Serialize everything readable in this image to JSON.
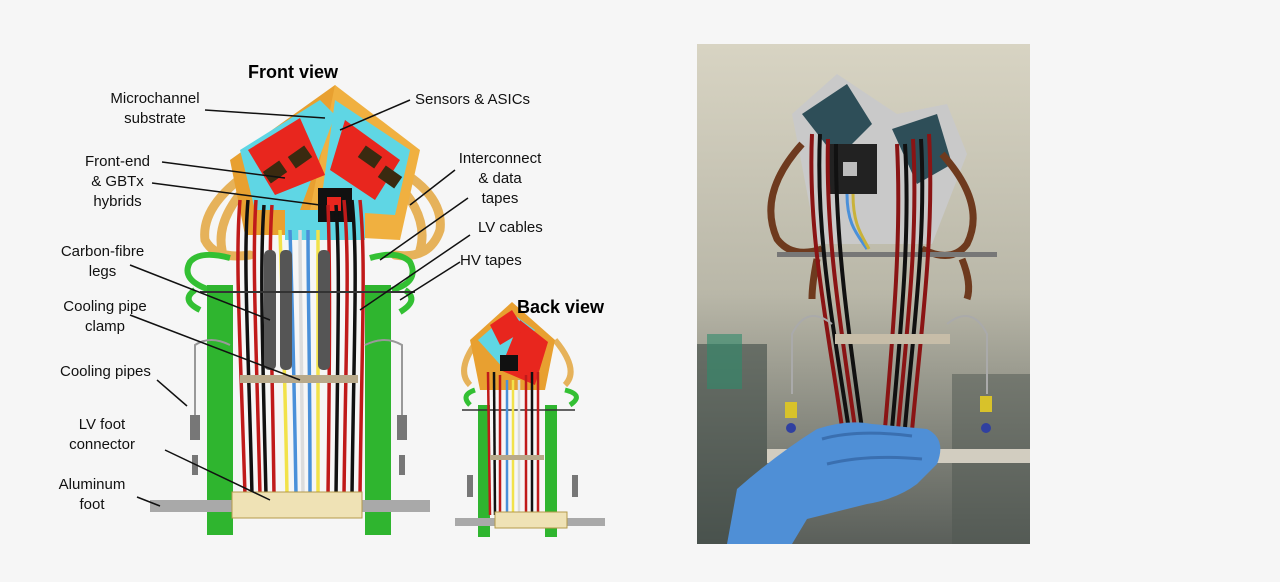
{
  "titles": {
    "front": "Front view",
    "back": "Back view"
  },
  "labels": {
    "microchannel": [
      "Microchannel",
      "substrate"
    ],
    "sensors": "Sensors & ASICs",
    "frontend": [
      "Front-end",
      "& GBTx",
      "hybrids"
    ],
    "interconnect": [
      "Interconnect",
      "& data",
      "tapes"
    ],
    "lv_cables": "LV cables",
    "hv_tapes": "HV tapes",
    "carbon": [
      "Carbon-fibre",
      "legs"
    ],
    "clamp": [
      "Cooling pipe",
      "clamp"
    ],
    "pipes": "Cooling pipes",
    "lv_foot": [
      "LV foot",
      "connector"
    ],
    "alu_foot": [
      "Aluminum",
      "foot"
    ]
  },
  "colors": {
    "substrate": "#e8a030",
    "sensor": "#e8261e",
    "asic": "#5fd6e4",
    "legs": "#2fb52f",
    "kapton": "#e6b25a",
    "foot": "#a9a9a9"
  }
}
